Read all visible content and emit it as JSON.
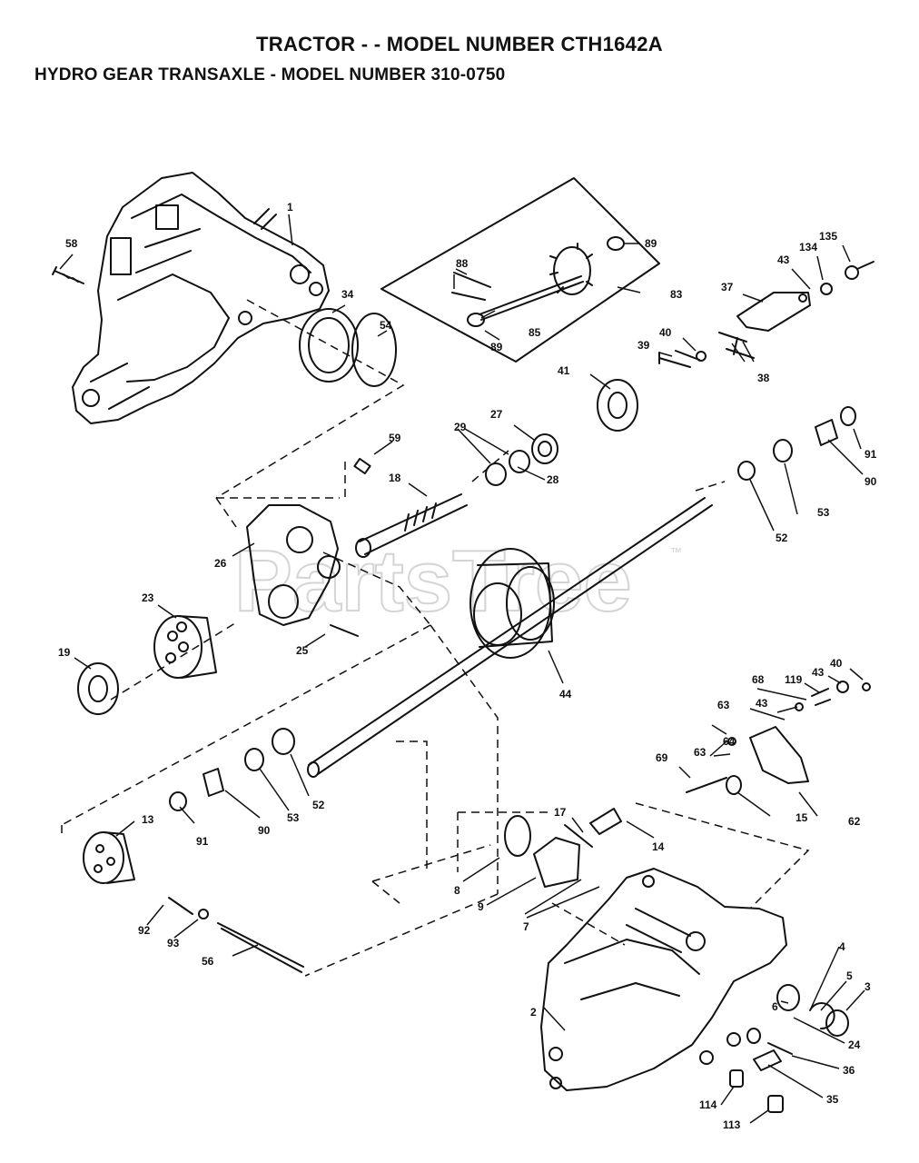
{
  "title_line1": "TRACTOR - - MODEL NUMBER CTH1642A",
  "title_line2": "HYDRO GEAR TRANSAXLE - MODEL NUMBER 310-0750",
  "watermark": {
    "text": "PartsTree",
    "mark": "™"
  },
  "labels": {
    "l1": "1",
    "l58": "58",
    "l34": "34",
    "l54": "54",
    "l88": "88",
    "l89a": "89",
    "l89b": "89",
    "l83": "83",
    "l85": "85",
    "l135": "135",
    "l134": "134",
    "l43a": "43",
    "l37": "37",
    "l40a": "40",
    "l39": "39",
    "l38": "38",
    "l41": "41",
    "l27": "27",
    "l29": "29",
    "l28": "28",
    "l59": "59",
    "l18": "18",
    "l91a": "91",
    "l90a": "90",
    "l53a": "53",
    "l52a": "52",
    "l26": "26",
    "l23": "23",
    "l25": "25",
    "l19": "19",
    "l44": "44",
    "l68": "68",
    "l119": "119",
    "l43b": "43",
    "l40b": "40",
    "l63a": "63",
    "l43c": "43",
    "l63b": "63",
    "l64": "64",
    "l69": "69",
    "l15": "15",
    "l62": "62",
    "l91b": "91",
    "l90b": "90",
    "l53b": "53",
    "l52b": "52",
    "l13": "13",
    "l92": "92",
    "l93": "93",
    "l56": "56",
    "l17": "17",
    "l14": "14",
    "l8": "8",
    "l9": "9",
    "l7": "7",
    "l2": "2",
    "l4": "4",
    "l5": "5",
    "l3": "3",
    "l6": "6",
    "l24": "24",
    "l36": "36",
    "l35": "35",
    "l114": "114",
    "l113": "113"
  }
}
